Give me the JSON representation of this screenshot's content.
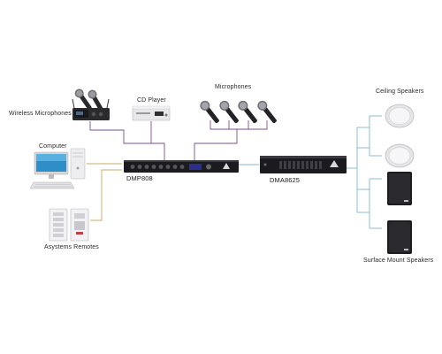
{
  "diagram": {
    "devices": {
      "wireless_mics": "Wireless Microphones",
      "cd_player": "CD Player",
      "microphones": "Microphones",
      "computer": "Computer",
      "remotes": "Asystems Remotes",
      "mixer": "DMP808",
      "amplifier": "DMA8625",
      "ceiling_speakers": "Ceiling Speakers",
      "surface_speakers": "Surface Mount Speakers"
    },
    "colors": {
      "audio_line": "#7b4d8e",
      "control_line": "#c9a86a",
      "speaker_line": "#7fb7cf",
      "device_dark": "#1b1b1f"
    }
  }
}
